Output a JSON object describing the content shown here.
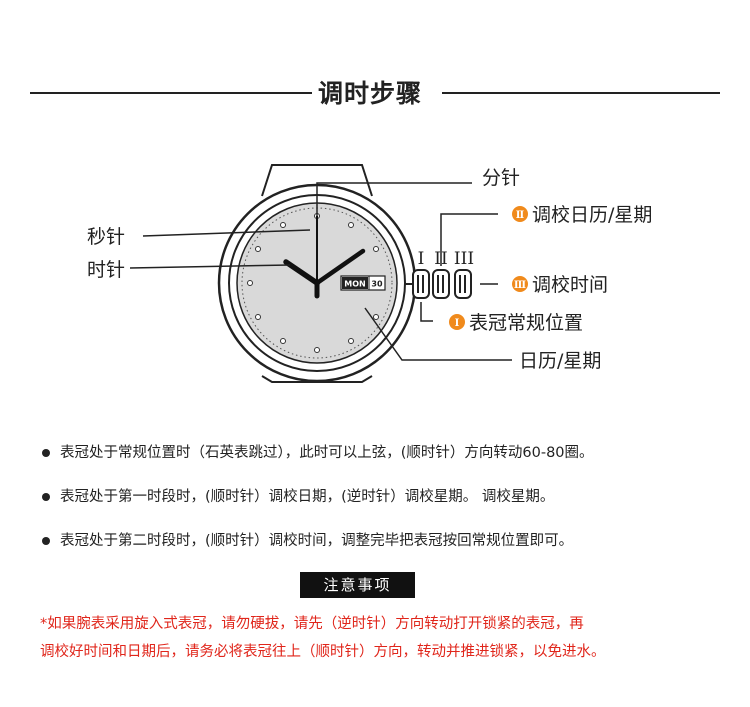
{
  "title": "调时步骤",
  "labels": {
    "minute_hand": "分针",
    "second_hand": "秒针",
    "hour_hand": "时针",
    "date_week": "日历/星期"
  },
  "crown_positions": [
    {
      "roman": "I",
      "badge": "Ⅰ",
      "text": "表冠常规位置"
    },
    {
      "roman": "II",
      "badge": "Ⅱ",
      "text": "调校日历/星期"
    },
    {
      "roman": "III",
      "badge": "Ⅲ",
      "text": "调校时间"
    }
  ],
  "dial": {
    "day": "MON",
    "date": "30"
  },
  "steps": [
    "表冠处于常规位置时（石英表跳过），此时可以上弦，(顺时针）方向转动60-80圈。",
    "表冠处于第一时段时，(顺时针）调校日期，(逆时针）调校星期。 调校星期。",
    "表冠处于第二时段时，(顺时针）调校时间，调整完毕把表冠按回常规位置即可。"
  ],
  "notice_title": "注意事项",
  "warning_lines": [
    "*如果腕表采用旋入式表冠，请勿硬拔，请先（逆时针）方向转动打开锁紧的表冠，再",
    "调校好时间和日期后，请务必将表冠往上（顺时针）方向，转动并推进锁紧，以免进水。"
  ],
  "colors": {
    "accent": "#f08a1c",
    "warning": "#e0261b",
    "ink": "#222222"
  }
}
